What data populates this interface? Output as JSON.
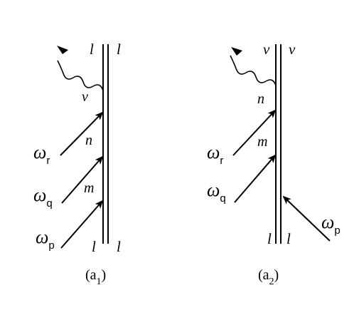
{
  "diagrams": [
    {
      "id": "a1",
      "caption_main": "(a",
      "caption_sub": "1",
      "caption_close": ")",
      "top_left_label": "l",
      "top_right_label": "l",
      "bottom_left_label": "l",
      "bottom_right_label": "l",
      "emission_label": "v",
      "level_labels": [
        "n",
        "m"
      ],
      "fields": [
        {
          "symbol": "ω",
          "sub": "r"
        },
        {
          "symbol": "ω",
          "sub": "q"
        },
        {
          "symbol": "ω",
          "sub": "p"
        }
      ]
    },
    {
      "id": "a2",
      "caption_main": "(a",
      "caption_sub": "2",
      "caption_close": ")",
      "top_left_label": "v",
      "top_right_label": "v",
      "bottom_left_label": "l",
      "bottom_right_label": "l",
      "level_labels": [
        "n",
        "m"
      ],
      "fields": [
        {
          "symbol": "ω",
          "sub": "r"
        },
        {
          "symbol": "ω",
          "sub": "q"
        },
        {
          "symbol": "ω",
          "sub": "p"
        }
      ]
    }
  ]
}
